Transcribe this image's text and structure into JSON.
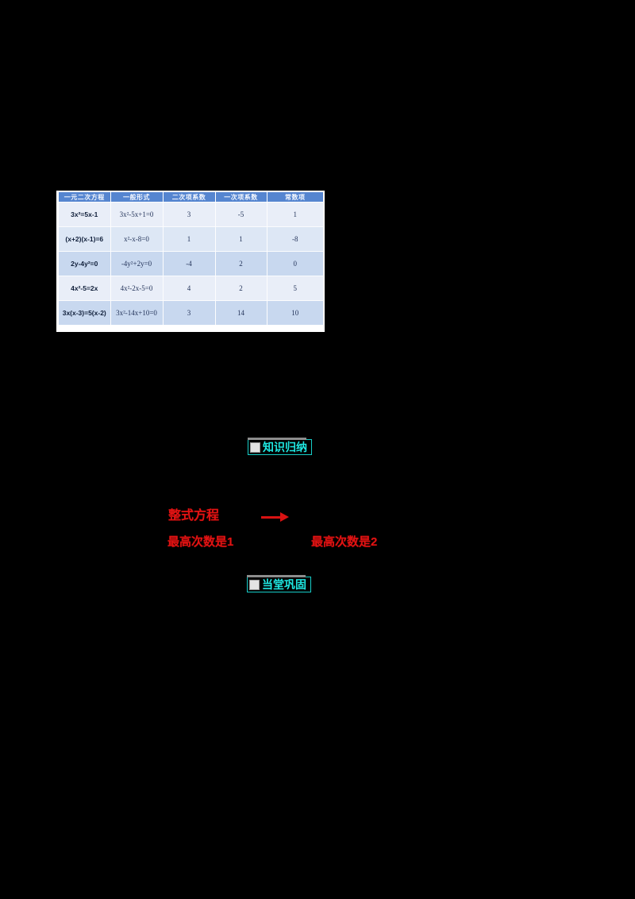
{
  "table": {
    "headers": [
      "一元二次方程",
      "一般形式",
      "二次项系数",
      "一次项系数",
      "常数项"
    ],
    "rows": [
      {
        "equation": "3x²=5x-1",
        "general_form": "3x²-5x+1=0",
        "quadratic_coeff": "3",
        "linear_coeff": "-5",
        "constant": "1"
      },
      {
        "equation": "(x+2)(x-1)=6",
        "general_form": "x²-x-8=0",
        "quadratic_coeff": "1",
        "linear_coeff": "1",
        "constant": "-8"
      },
      {
        "equation": "2y-4y²=0",
        "general_form": "-4y²+2y=0",
        "quadratic_coeff": "-4",
        "linear_coeff": "2",
        "constant": "0"
      },
      {
        "equation": "4x²-5=2x",
        "general_form": "4x²-2x-5=0",
        "quadratic_coeff": "4",
        "linear_coeff": "2",
        "constant": "5"
      },
      {
        "equation": "3x(x-3)=5(x-2)",
        "general_form": "3x²-14x+10=0",
        "quadratic_coeff": "3",
        "linear_coeff": "14",
        "constant": "10"
      }
    ]
  },
  "banners": {
    "knowledge": "知识归纳",
    "practice": "当堂巩固"
  },
  "diagram": {
    "node_label": "整式方程",
    "note_left": "最高次数是1",
    "note_right": "最高次数是2"
  },
  "colors": {
    "table_header_blue": "#5585d0",
    "accent_cyan": "#1fe8e2",
    "accent_red": "#e01313"
  }
}
